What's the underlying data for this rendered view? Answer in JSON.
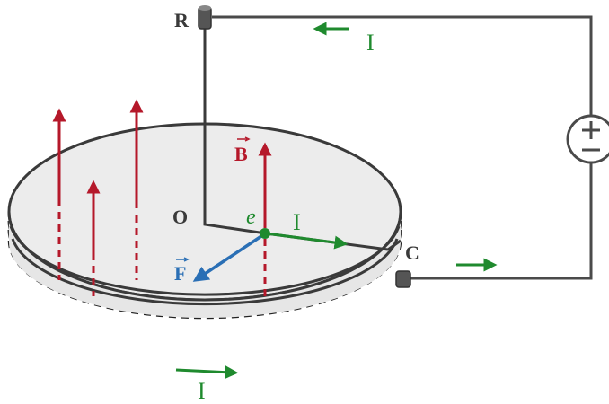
{
  "labels": {
    "point_R": "R",
    "point_O": "O",
    "point_C": "C",
    "electron": "e",
    "field_B": "B",
    "force_F": "F",
    "current_top": "I",
    "current_radius": "I",
    "current_bottom": "I",
    "battery_plus": "+",
    "battery_minus": "−"
  },
  "colors": {
    "wire": "#4a4a4a",
    "disk_fill": "#ececec",
    "field": "#b5182a",
    "current": "#1f8a2e",
    "force": "#2a6fb5",
    "electron_dot": "#1f8a2e",
    "terminal": "#505050"
  },
  "icons": {
    "battery": "battery-icon",
    "field_arrow": "arrow-up-icon",
    "current_arrow": "arrow-right-icon",
    "force_arrow": "arrow-diagonal-icon"
  }
}
